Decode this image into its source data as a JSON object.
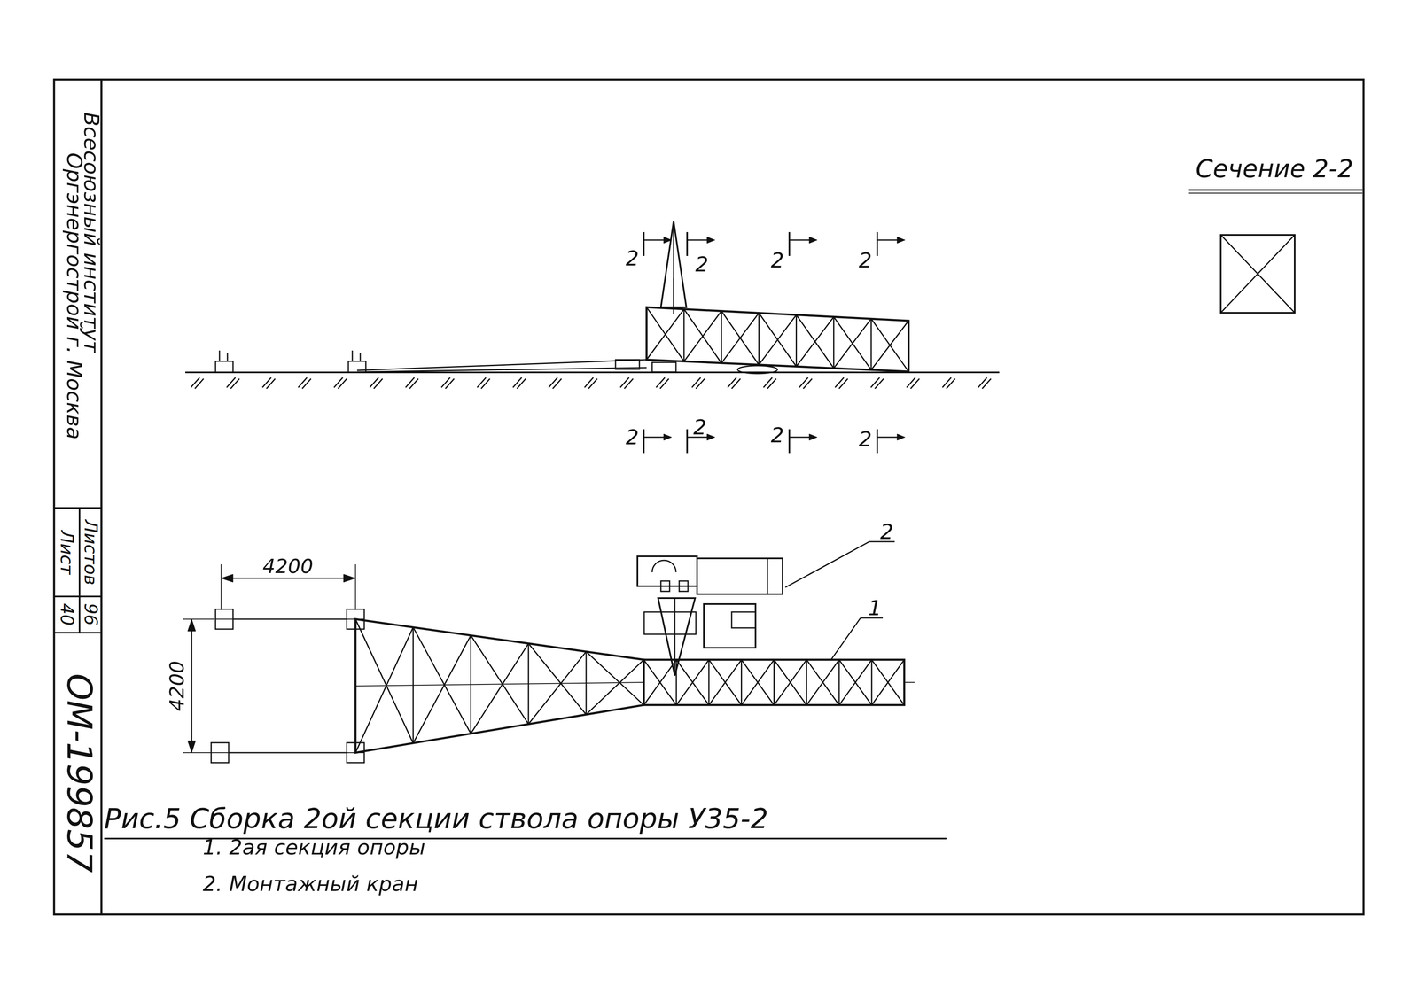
{
  "diagram": {
    "caption": "Рис.5 Сборка 2ой секции ствола опоры У35-2",
    "labels": [
      "Всесоюзный институт",
      "Оргэнергострой г. Москва",
      "Листов",
      "Лист",
      "96",
      "40",
      "ОМ-199857",
      "Сечение 2-2",
      "2",
      "2",
      "2",
      "2",
      "2",
      "2",
      "2",
      "2",
      "4200",
      "4200",
      "2",
      "1",
      "1. 2ая секция опоры",
      "2. Монтажный кран"
    ]
  }
}
